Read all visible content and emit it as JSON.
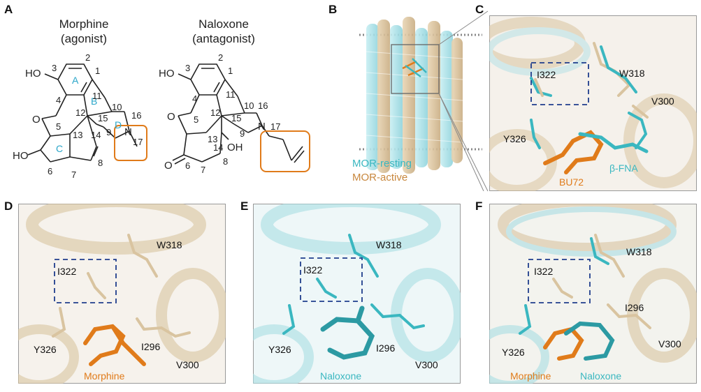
{
  "panels": {
    "A": {
      "label": "A",
      "morphine": {
        "name": "Morphine",
        "role": "(agonist)"
      },
      "naloxone": {
        "name": "Naloxone",
        "role": "(antagonist)"
      },
      "atoms": {
        "HO": "HO",
        "O": "O",
        "N": "N",
        "OH": "OH"
      },
      "rings": [
        "A",
        "B",
        "C",
        "D"
      ],
      "morphine_numbers": [
        "1",
        "2",
        "3",
        "4",
        "5",
        "6",
        "7",
        "8",
        "9",
        "10",
        "11",
        "12",
        "13",
        "14",
        "15",
        "16",
        "17"
      ],
      "naloxone_numbers": [
        "1",
        "2",
        "3",
        "4",
        "5",
        "6",
        "7",
        "8",
        "9",
        "10",
        "11",
        "12",
        "13",
        "14",
        "15",
        "16",
        "17"
      ]
    },
    "B": {
      "label": "B",
      "legend_resting": "MOR-resting",
      "legend_active": "MOR-active"
    },
    "C": {
      "label": "C",
      "residues": [
        "W318",
        "I322",
        "V300",
        "Y326"
      ],
      "ligand_orange": "BU72",
      "ligand_cyan": "β-FNA"
    },
    "D": {
      "label": "D",
      "residues": [
        "W318",
        "I322",
        "I296",
        "V300",
        "Y326"
      ],
      "ligand_orange": "Morphine"
    },
    "E": {
      "label": "E",
      "residues": [
        "W318",
        "I322",
        "I296",
        "V300",
        "Y326"
      ],
      "ligand_cyan": "Naloxone"
    },
    "F": {
      "label": "F",
      "residues": [
        "W318",
        "I322",
        "I296",
        "V300",
        "Y326"
      ],
      "ligand_orange": "Morphine",
      "ligand_cyan": "Naloxone"
    }
  },
  "colors": {
    "orange": "#e07b1a",
    "cyan": "#3ab7c0",
    "tan": "#d9c4a0",
    "lightcyan": "#a9dde3",
    "ringlabel": "#2aa6c9",
    "dashbox": "#1f3d8c"
  }
}
